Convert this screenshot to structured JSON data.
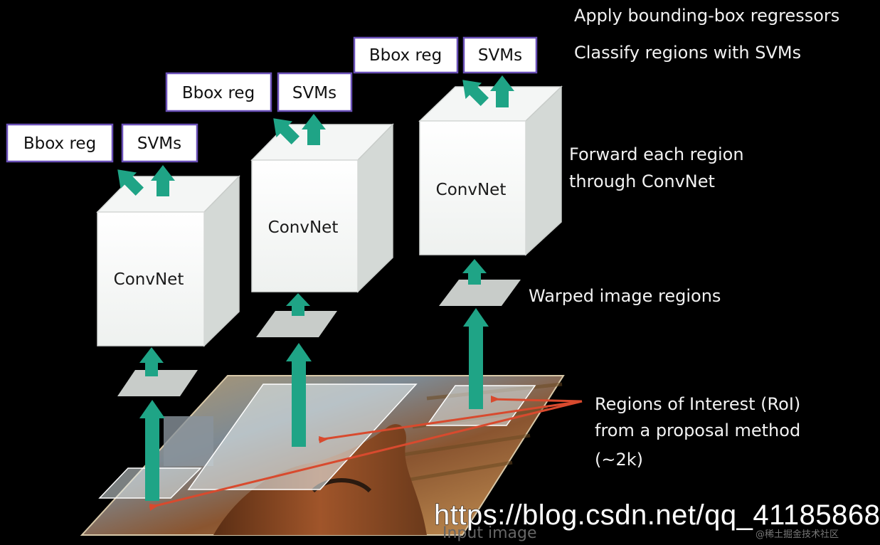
{
  "annotations": {
    "bbox_regressors": "Apply bounding-box regressors",
    "classify_svms": "Classify regions with SVMs",
    "forward_line1": "Forward each region",
    "forward_line2": "through ConvNet",
    "warped": "Warped image regions",
    "roi_line1": "Regions of Interest (RoI)",
    "roi_line2": "from a proposal method",
    "roi_line3": "(~2k)"
  },
  "columns": [
    {
      "bbox_label": "Bbox reg",
      "svm_label": "SVMs",
      "net_label": "ConvNet"
    },
    {
      "bbox_label": "Bbox reg",
      "svm_label": "SVMs",
      "net_label": "ConvNet"
    },
    {
      "bbox_label": "Bbox reg",
      "svm_label": "SVMs",
      "net_label": "ConvNet"
    }
  ],
  "input_caption": "Input image",
  "watermark": {
    "url": "https://blog.csdn.net/qq_41185868",
    "site": "@稀土掘金技术社区"
  },
  "colors": {
    "arrow": "#1fa486",
    "label_border": "#6a50b8",
    "roi_line": "#d84a2e",
    "background": "#000000"
  }
}
